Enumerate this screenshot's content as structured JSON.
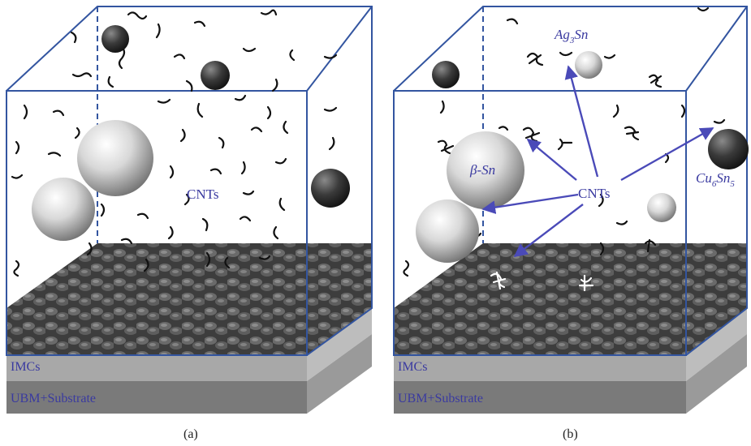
{
  "panels": [
    {
      "id": "a",
      "caption": "(a)",
      "labels": {
        "cnts": "CNTs",
        "imcs": "IMCs",
        "substrate": "UBM+Substrate"
      }
    },
    {
      "id": "b",
      "caption": "(b)",
      "labels": {
        "cnts": "CNTs",
        "imcs": "IMCs",
        "substrate": "UBM+Substrate",
        "beta_sn": "β-Sn",
        "ag3sn_main": "Ag",
        "ag3sn_sub": "3",
        "ag3sn_tail": "Sn",
        "cu6sn5_a": "Cu",
        "cu6sn5_b": "6",
        "cu6sn5_c": "Sn",
        "cu6sn5_d": "5"
      }
    }
  ],
  "colors": {
    "box_edge": "#3355a0",
    "arrow": "#4a4ab8",
    "label": "#3a3aa0",
    "imc_layer": "#a8a8a8",
    "substrate_layer": "#7a7a7a"
  }
}
